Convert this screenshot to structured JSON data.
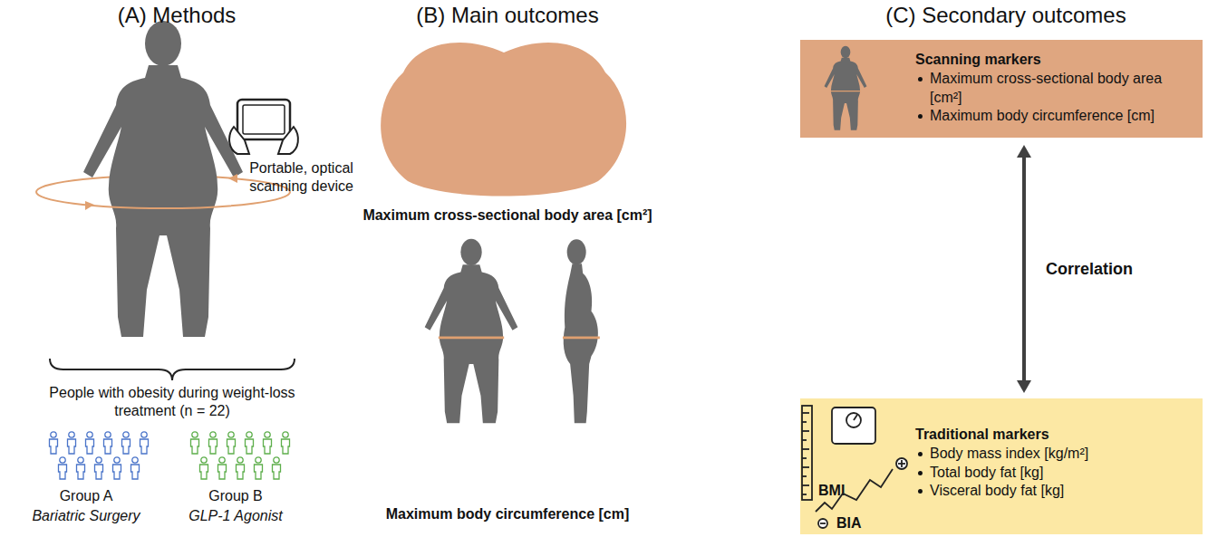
{
  "diagram": {
    "nodes": [
      {
        "text": [
          "Scanning markers",
          "Maximum cross-sectional body area [cm²]",
          "Maximum body circumference [cm]"
        ]
      },
      {
        "text": [
          "Traditional markers",
          "Body mass index [kg/m²]",
          "Total body fat [kg]",
          "Visceral body fat [kg]",
          "BMI",
          "BIA"
        ]
      }
    ],
    "edges": [
      {
        "from": 0,
        "to": 1,
        "arrow": "both",
        "label": "Correlation"
      }
    ],
    "labels": [
      "(A) Methods",
      "(B) Main outcomes",
      "(C) Secondary outcomes",
      "Portable, optical scanning device",
      "People with obesity during weight-loss treatment (n = 22)",
      "Group A",
      "Bariatric Surgery",
      "Group B",
      "GLP-1 Agonist",
      "Maximum cross-sectional body area [cm²]",
      "Maximum body circumference [cm]"
    ]
  }
}
